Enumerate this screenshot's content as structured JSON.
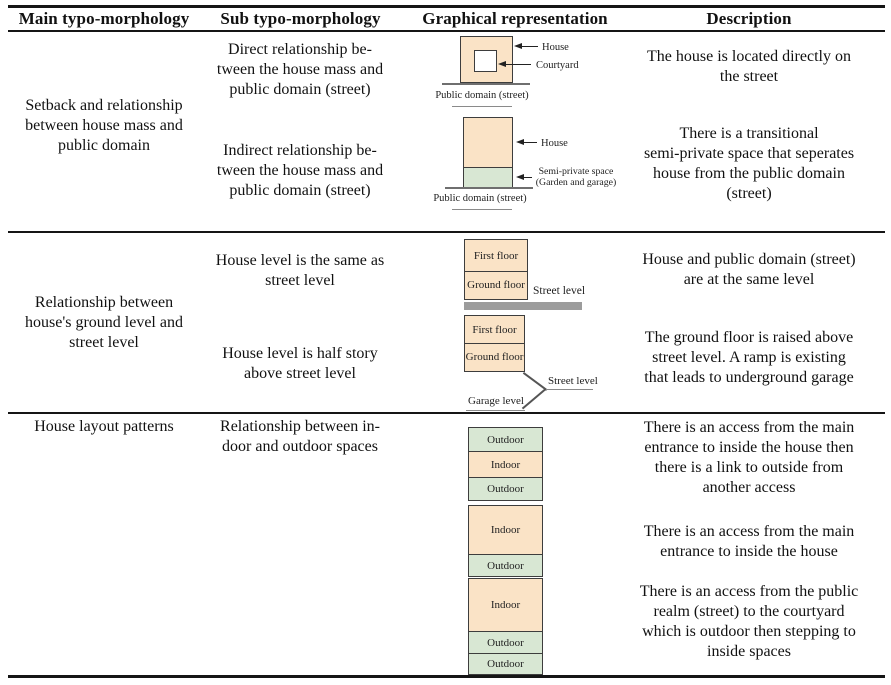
{
  "header": {
    "columns": [
      "Main typo-morphology",
      "Sub typo-morphology",
      "Graphical representation",
      "Description"
    ]
  },
  "colors": {
    "house_fill": "#fae3c6",
    "outdoor_fill": "#d8e7d3",
    "street_bar": "#9c9c9c"
  },
  "cells": {
    "main1": "Setback and relationship\nbetween house mass and\npublic domain",
    "main2": "Relationship between\nhouse's ground level and\nstreet level",
    "main3": "House layout patterns",
    "sub1": "Direct relationship be-\ntween the house mass and\npublic domain (street)",
    "sub2": "Indirect relationship be-\ntween the house mass and\npublic domain (street)",
    "sub3": "House level is the same as\nstreet level",
    "sub4": "House level is half story\nabove street level",
    "sub5": "Relationship between in-\ndoor and outdoor spaces",
    "desc1": "The house is located directly on\nthe street",
    "desc2": "There is a transitional\nsemi-private space that seperates\nhouse from the public domain\n(street)",
    "desc3": "House and public domain (street)\nare at the same level",
    "desc4": "The ground floor is raised above\nstreet level. A ramp is existing\nthat leads to underground garage",
    "desc5": "There is an access from the main\nentrance to inside the house then\nthere is a link to outside from\nanother access",
    "desc6": "There is an access from the main\nentrance to inside the house",
    "desc7": "There is an access from the public\nrealm (street) to the courtyard\nwhich is outdoor then stepping to\ninside spaces"
  },
  "graphics": {
    "direct": {
      "house": "House",
      "courtyard": "Courtyard",
      "public_domain": "Public domain (street)"
    },
    "indirect": {
      "house": "House",
      "semi_private": "Semi-private space\n(Garden and garage)",
      "public_domain": "Public domain (street)"
    },
    "same_level": {
      "first_floor": "First floor",
      "ground_floor": "Ground floor",
      "street_level": "Street level"
    },
    "half_story": {
      "first_floor": "First floor",
      "ground_floor": "Ground floor",
      "street_level": "Street level",
      "garage_level": "Garage level"
    },
    "layouts": [
      {
        "cells": [
          {
            "type": "outdoor",
            "label": "Outdoor"
          },
          {
            "type": "indoor",
            "label": "Indoor"
          },
          {
            "type": "outdoor",
            "label": "Outdoor"
          }
        ]
      },
      {
        "cells": [
          {
            "type": "indoor",
            "label": "Indoor"
          },
          {
            "type": "outdoor",
            "label": "Outdoor"
          }
        ]
      },
      {
        "cells": [
          {
            "type": "indoor",
            "label": "Indoor"
          },
          {
            "type": "outdoor",
            "label": "Outdoor"
          },
          {
            "type": "outdoor",
            "label": "Outdoor"
          }
        ]
      }
    ]
  }
}
